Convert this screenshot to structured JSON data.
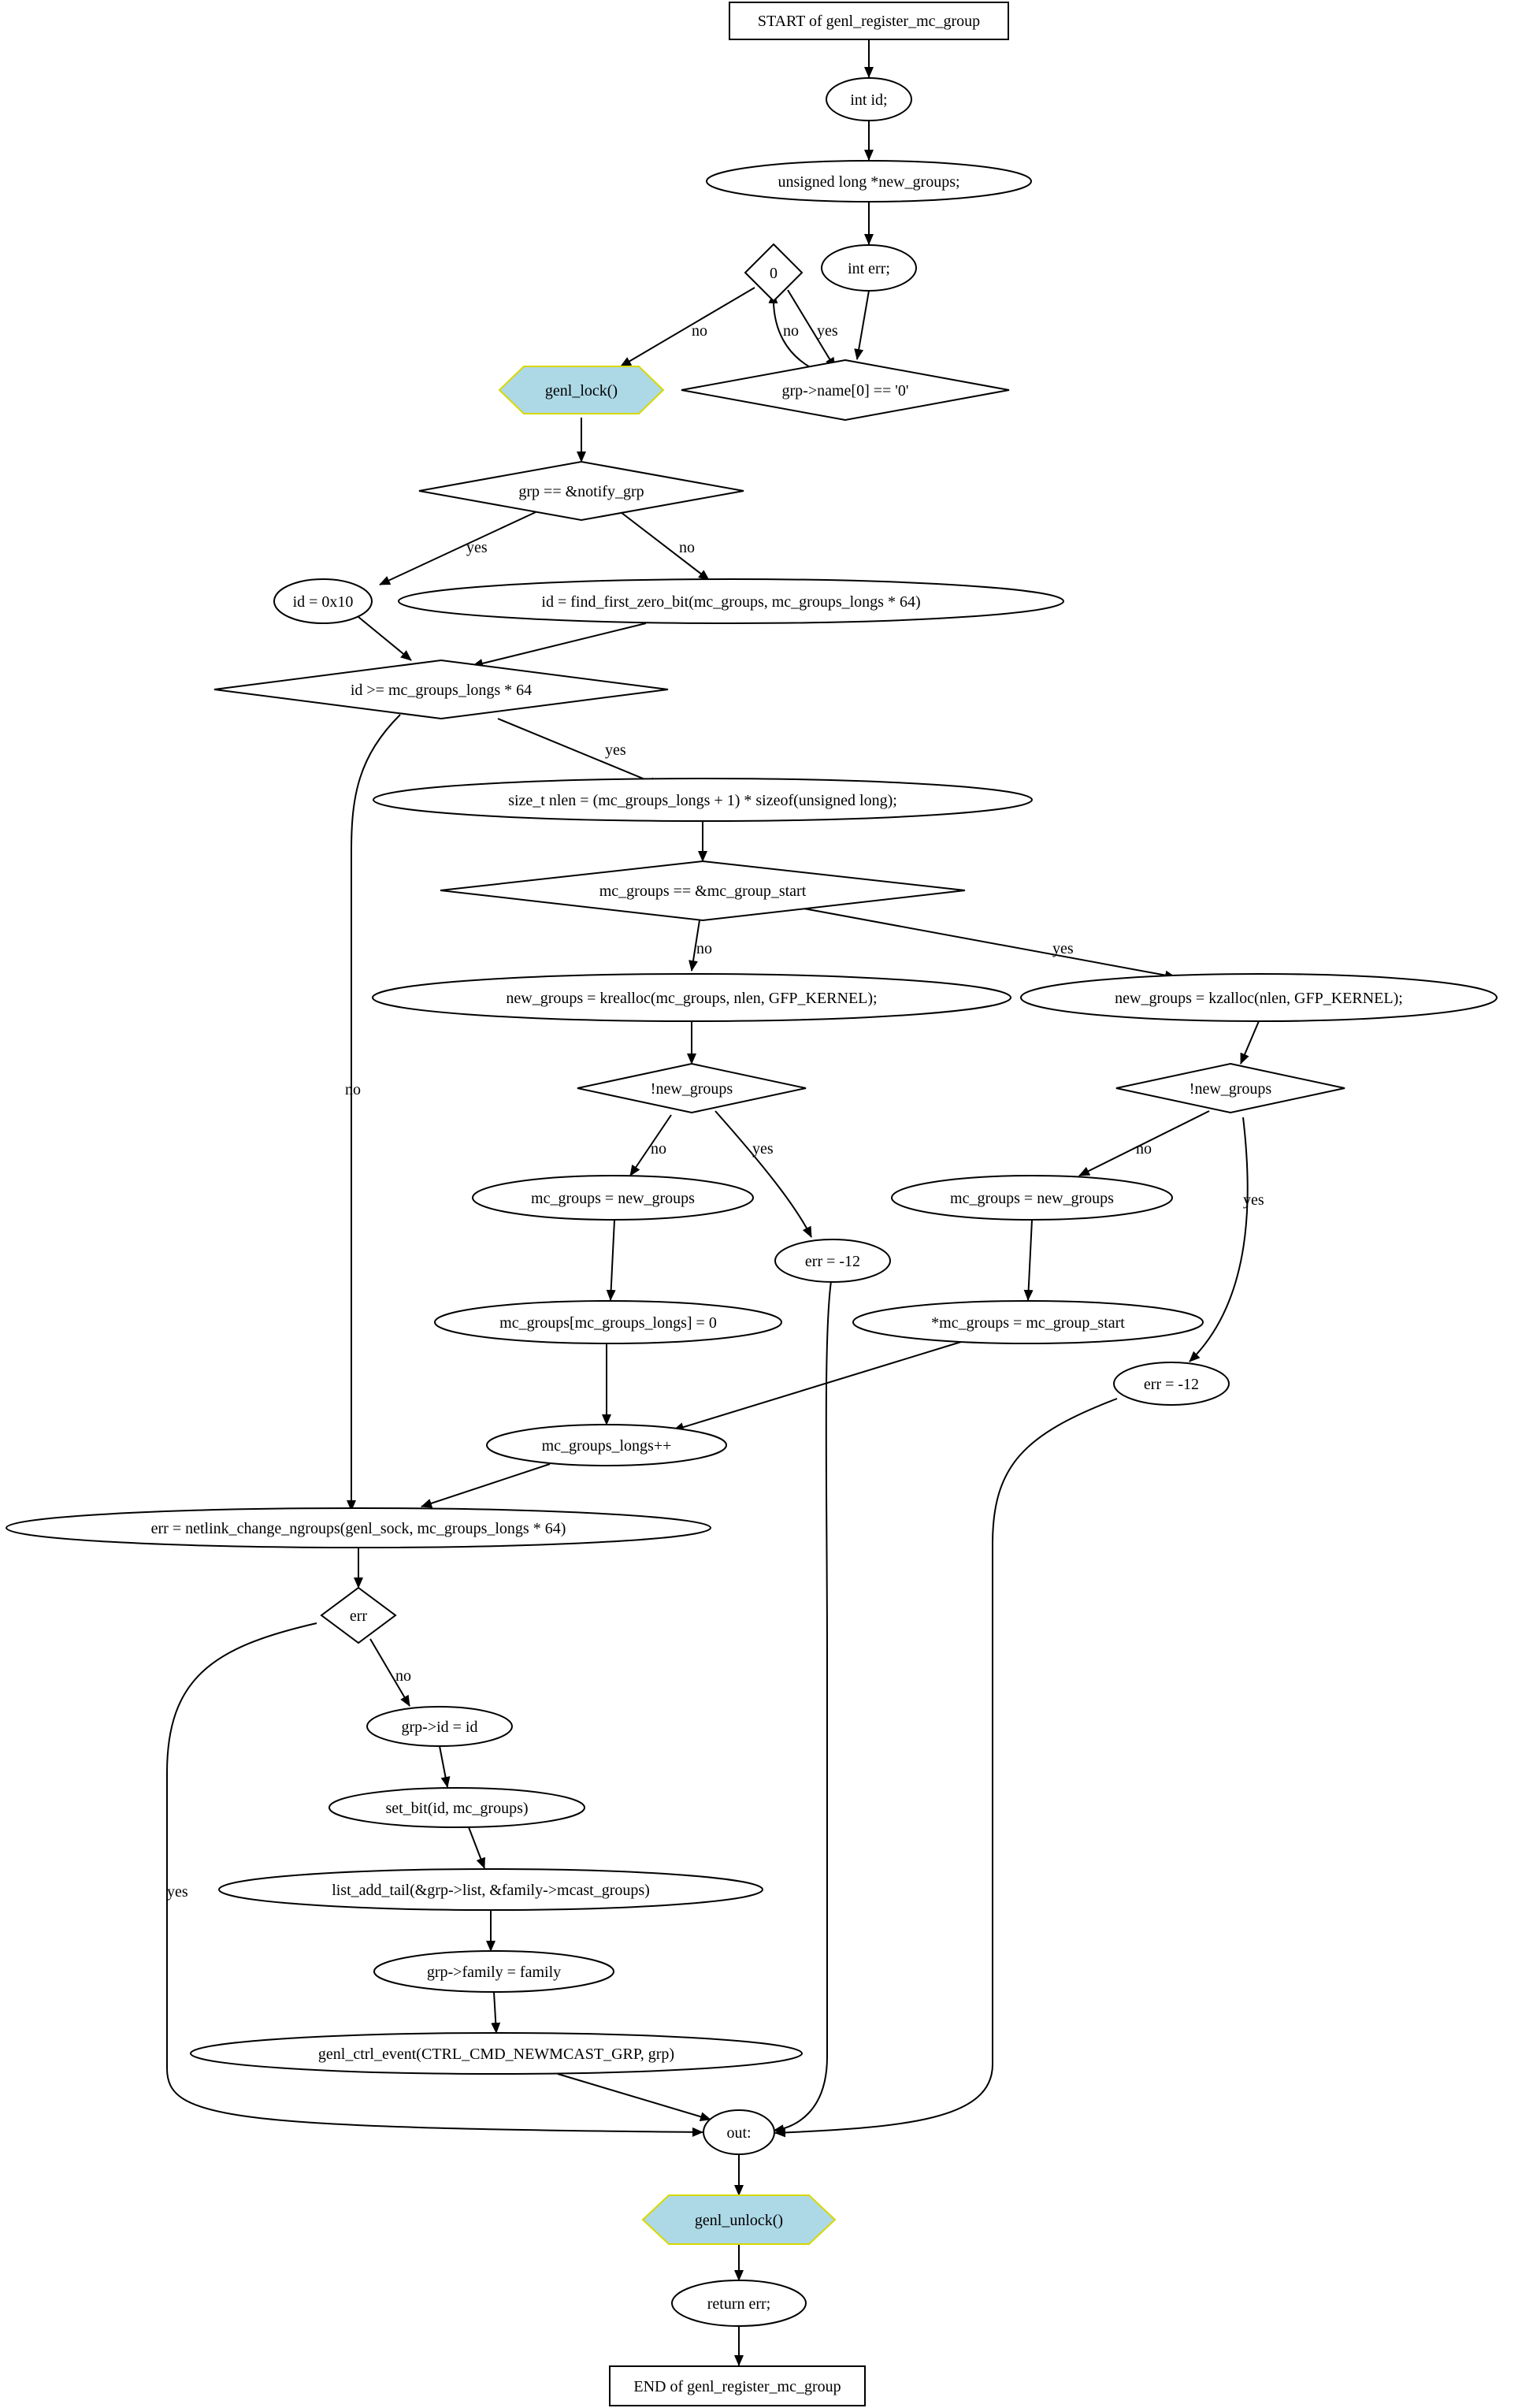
{
  "colors": {
    "hexagon_fill": "#add8e6",
    "hexagon_stroke": "#d8d800",
    "stroke": "#000000",
    "background": "#ffffff"
  },
  "nodes": {
    "start": "START of genl_register_mc_group",
    "int_id": "int id;",
    "new_groups_decl": "unsigned long *new_groups;",
    "int_err": "int err;",
    "zero": "0",
    "grp_name_check": "grp->name[0] == '0'",
    "genl_lock": "genl_lock()",
    "grp_notify_check": "grp == &notify_grp",
    "id_assign": "id = 0x10",
    "id_find": "id = find_first_zero_bit(mc_groups, mc_groups_longs * 64)",
    "id_compare": "id >= mc_groups_longs * 64",
    "nlen_assign": "size_t nlen = (mc_groups_longs + 1) * sizeof(unsigned long);",
    "mc_groups_start_check": "mc_groups == &mc_group_start",
    "krealloc": "new_groups = krealloc(mc_groups, nlen, GFP_KERNEL);",
    "kzalloc": "new_groups = kzalloc(nlen, GFP_KERNEL);",
    "new_groups_check_left": "!new_groups",
    "new_groups_check_right": "!new_groups",
    "mc_groups_assign_left": "mc_groups = new_groups",
    "err_left": "err = -12",
    "mc_groups_assign_right": "mc_groups = new_groups",
    "mc_groups_zero": "mc_groups[mc_groups_longs] = 0",
    "mc_groups_start_copy": "*mc_groups = mc_group_start",
    "err_right": "err = -12",
    "longs_inc": "mc_groups_longs++",
    "change_ngroups": "err = netlink_change_ngroups(genl_sock, mc_groups_longs * 64)",
    "err_check": "err",
    "grp_id_assign": "grp->id = id",
    "set_bit": "set_bit(id, mc_groups)",
    "list_add_tail": "list_add_tail(&grp->list, &family->mcast_groups)",
    "grp_family": "grp->family = family",
    "ctrl_event": "genl_ctrl_event(CTRL_CMD_NEWMCAST_GRP, grp)",
    "out": "out:",
    "genl_unlock": "genl_unlock()",
    "return_err": "return err;",
    "end": "END of genl_register_mc_group"
  },
  "edge_labels": {
    "zero_no_lock": "no",
    "zero_yes": "yes",
    "name_no": "no",
    "notify_yes": "yes",
    "notify_no": "no",
    "compare_yes": "yes",
    "compare_no": "no",
    "start_no": "no",
    "start_yes": "yes",
    "ngl_no": "no",
    "ngl_yes": "yes",
    "ngr_no": "no",
    "ngr_yes": "yes",
    "err_no": "no",
    "err_yes": "yes"
  }
}
